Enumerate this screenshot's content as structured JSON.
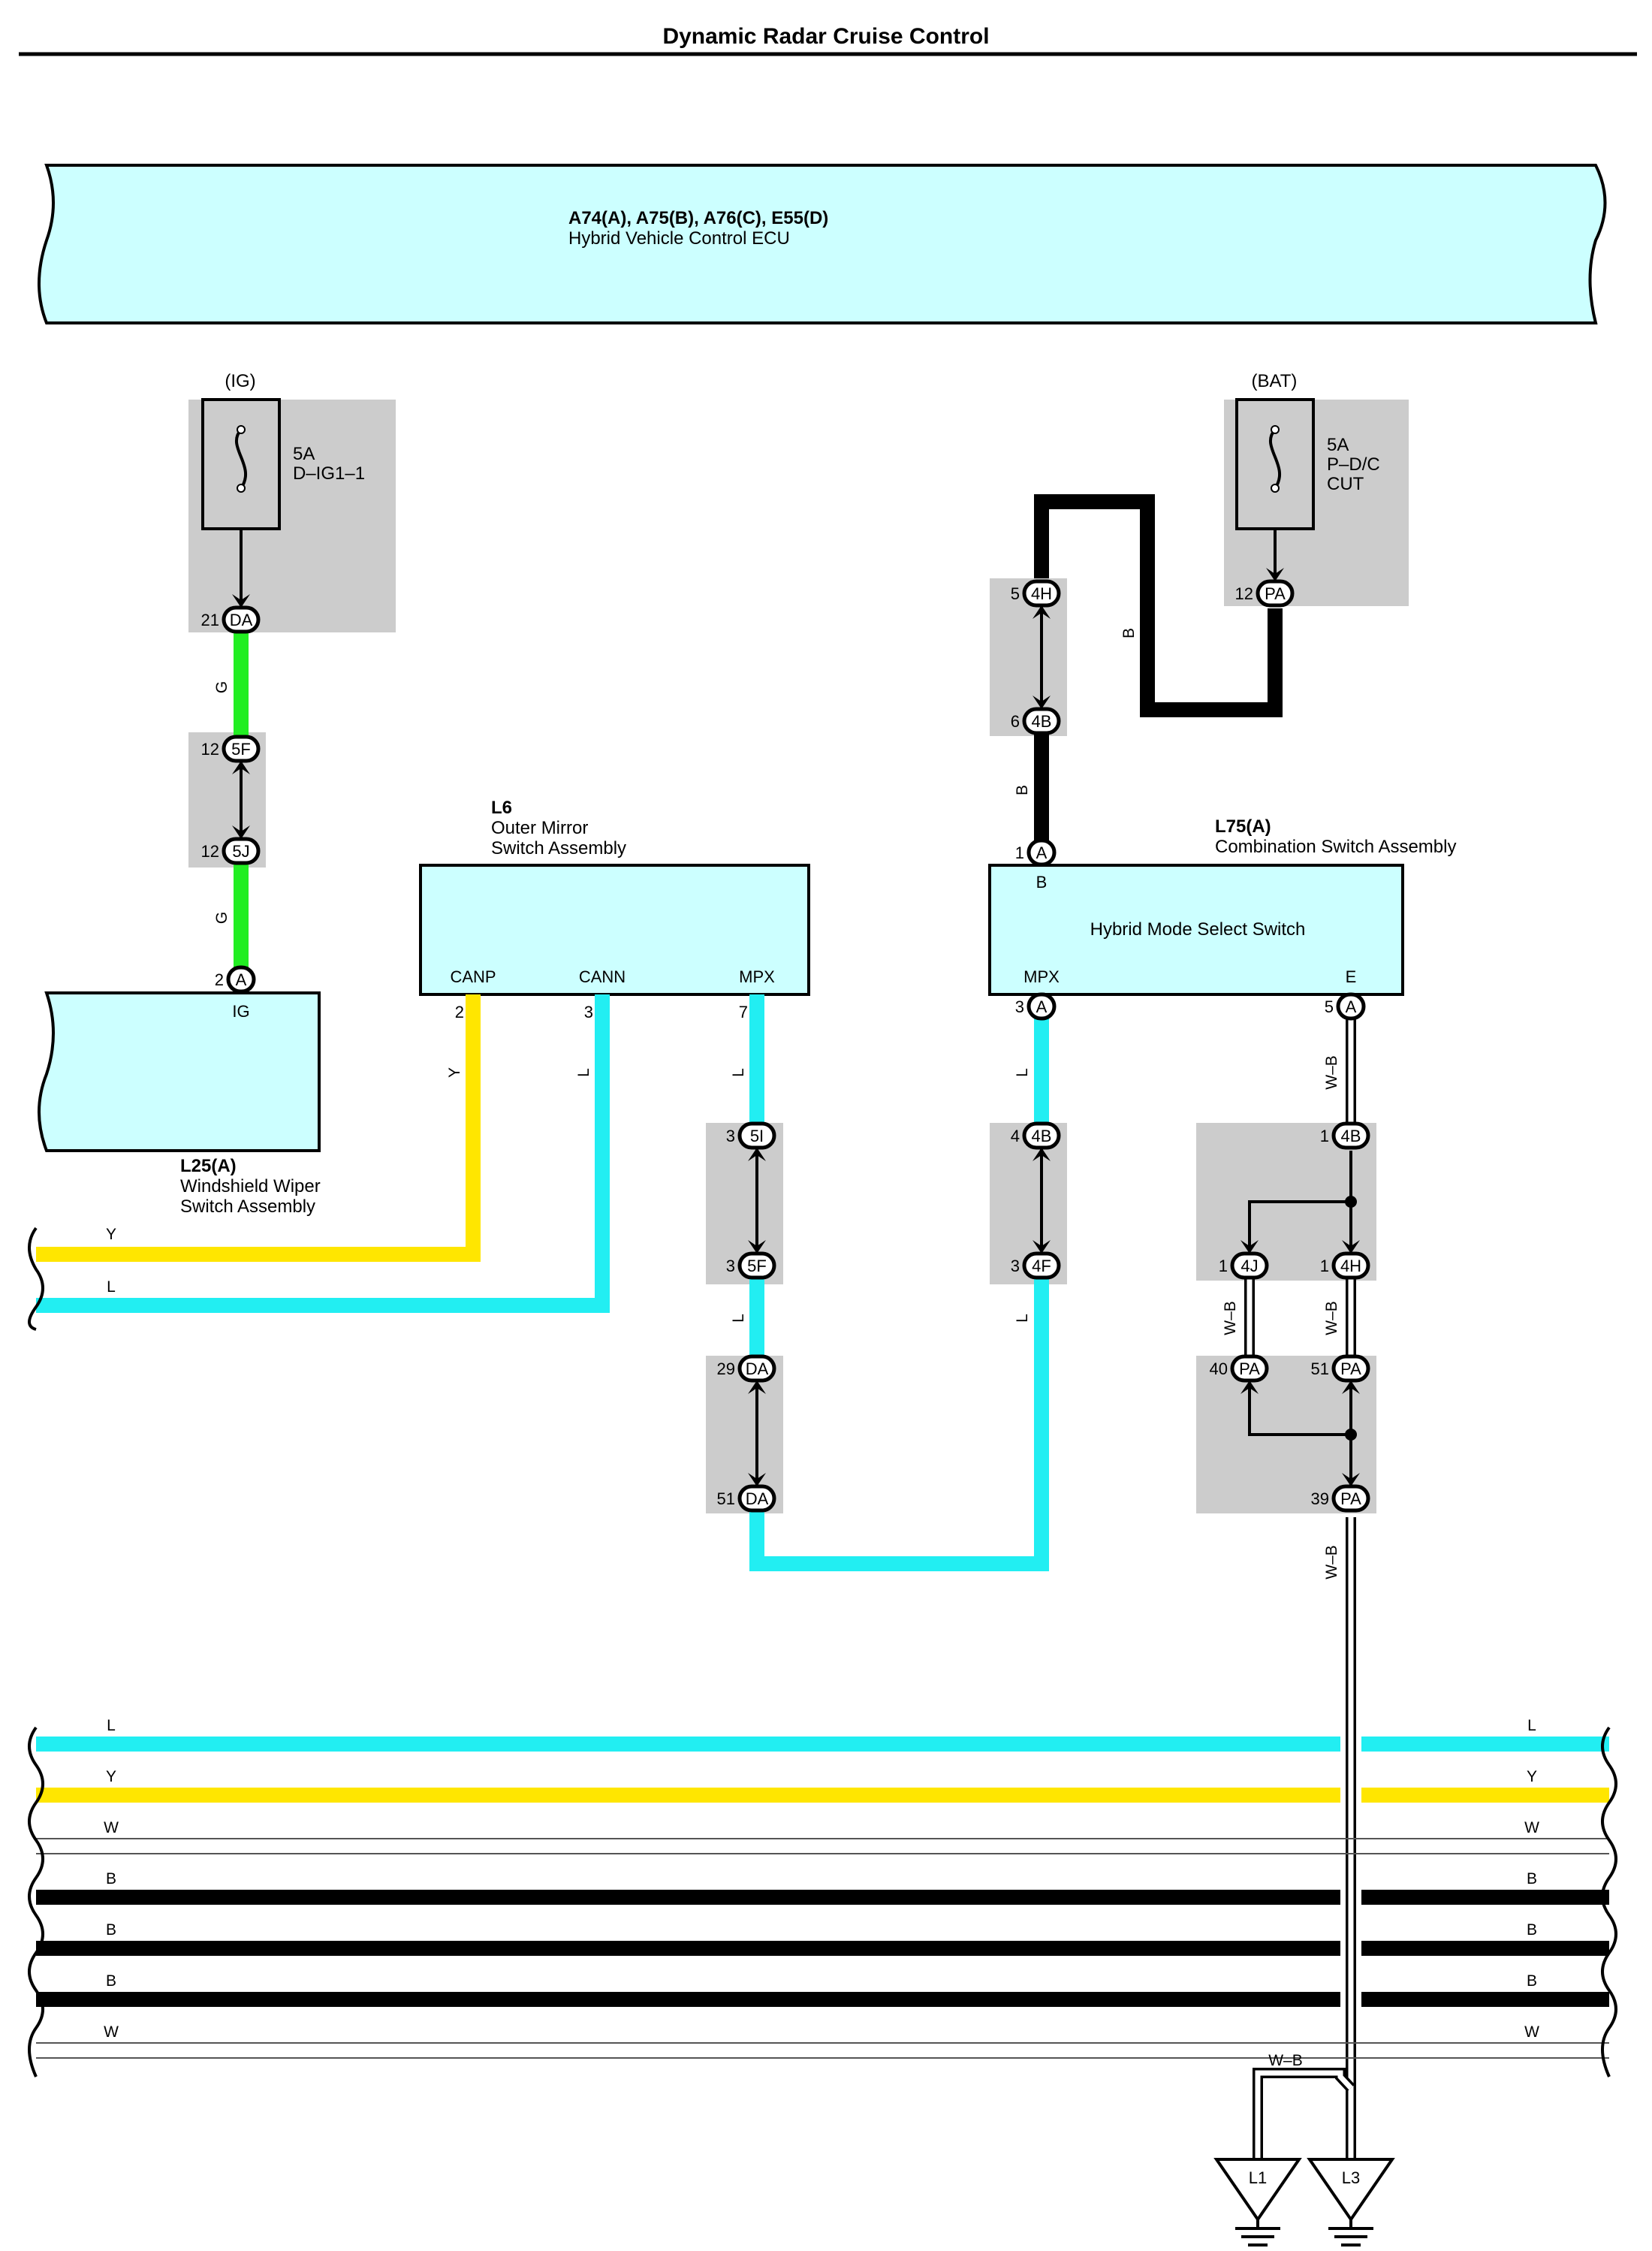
{
  "title": "Dynamic Radar Cruise Control",
  "colors": {
    "component_fill": "#ccffff",
    "junction_fill": "#cccccc",
    "wire_G": "#22ee22",
    "wire_Y": "#ffe600",
    "wire_L": "#22eef2",
    "wire_B": "#000000",
    "wire_W": "#ffffff"
  },
  "ecu": {
    "id": "A74(A), A75(B), A76(C), E55(D)",
    "name": "Hybrid Vehicle Control ECU"
  },
  "fuse_ig": {
    "source": "(IG)",
    "rating": "5A",
    "name": "D–IG1–1"
  },
  "fuse_bat": {
    "source": "(BAT)",
    "rating": "5A",
    "name1": "P–D/C",
    "name2": "CUT"
  },
  "l25": {
    "id": "L25(A)",
    "name1": "Windshield Wiper",
    "name2": "Switch Assembly",
    "pin_label": "IG"
  },
  "l6": {
    "id": "L6",
    "name1": "Outer Mirror",
    "name2": "Switch Assembly",
    "pin1": "CANP",
    "pin2": "CANN",
    "pin3": "MPX"
  },
  "l75": {
    "id": "L75(A)",
    "name": "Combination Switch Assembly",
    "inner": "Hybrid Mode Select Switch",
    "pin_b": "B",
    "pin_mpx": "MPX",
    "pin_e": "E"
  },
  "connectors": {
    "c_ig_da": {
      "code": "DA",
      "pin": "21"
    },
    "c_5f_top": {
      "code": "5F",
      "pin": "12"
    },
    "c_5j": {
      "code": "5J",
      "pin": "12"
    },
    "c_l25": {
      "code": "A",
      "pin": "2"
    },
    "c_4h_top": {
      "code": "4H",
      "pin": "5"
    },
    "c_4b_top": {
      "code": "4B",
      "pin": "6"
    },
    "c_pa_bat": {
      "code": "PA",
      "pin": "12"
    },
    "c_l75_b": {
      "code": "A",
      "pin": "1"
    },
    "c_l75_mpx": {
      "code": "A",
      "pin": "3"
    },
    "c_l75_e": {
      "code": "A",
      "pin": "5"
    },
    "c_5i": {
      "code": "5I",
      "pin": "3"
    },
    "c_5f_mid": {
      "code": "5F",
      "pin": "3"
    },
    "c_da_29": {
      "code": "DA",
      "pin": "29"
    },
    "c_da_51": {
      "code": "DA",
      "pin": "51"
    },
    "c_4b_mpx": {
      "code": "4B",
      "pin": "4"
    },
    "c_4f": {
      "code": "4F",
      "pin": "3"
    },
    "c_4b_e": {
      "code": "4B",
      "pin": "1"
    },
    "c_4j": {
      "code": "4J",
      "pin": "1"
    },
    "c_4h_e": {
      "code": "4H",
      "pin": "1"
    },
    "c_pa_40": {
      "code": "PA",
      "pin": "40"
    },
    "c_pa_51": {
      "code": "PA",
      "pin": "51"
    },
    "c_pa_39": {
      "code": "PA",
      "pin": "39"
    }
  },
  "l6_pin_nums": {
    "canp": "2",
    "cann": "3",
    "mpx": "7"
  },
  "wire_labels": {
    "g1": "G",
    "g2": "G",
    "b1": "B",
    "b2": "B",
    "y1": "Y",
    "l1": "L",
    "l2": "L",
    "l3": "L",
    "l4": "L",
    "l5": "L",
    "wb1": "W–B",
    "wb2": "W–B",
    "wb3": "W–B",
    "wb4": "W–B",
    "wb5": "W–B",
    "y_left": "Y",
    "l_left": "L"
  },
  "bus": [
    {
      "label": "L",
      "color": "L"
    },
    {
      "label": "Y",
      "color": "Y"
    },
    {
      "label": "W",
      "color": "W"
    },
    {
      "label": "B",
      "color": "B"
    },
    {
      "label": "B",
      "color": "B"
    },
    {
      "label": "B",
      "color": "B"
    },
    {
      "label": "W",
      "color": "W"
    }
  ],
  "grounds": {
    "g1": "L1",
    "g2": "L3"
  }
}
